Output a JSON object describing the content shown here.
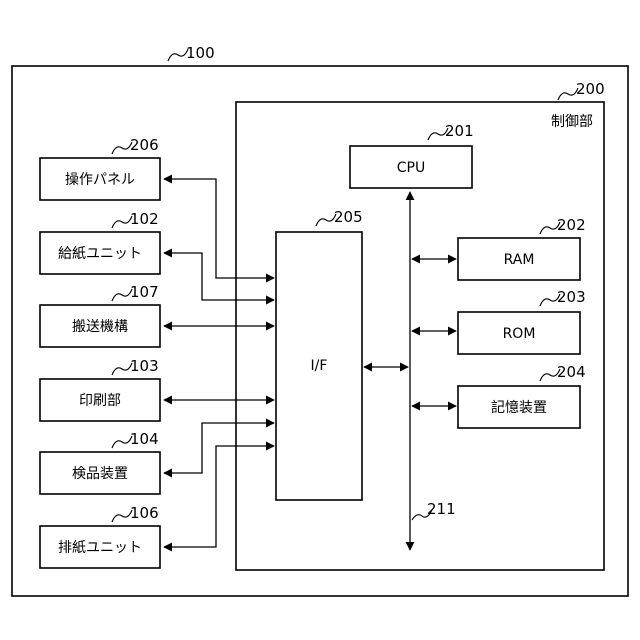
{
  "diagram": {
    "system_ref": "100",
    "controller": {
      "ref": "200",
      "label": "制御部"
    },
    "cpu": {
      "ref": "201",
      "label": "CPU"
    },
    "interface": {
      "ref": "205",
      "label": "I/F"
    },
    "bus_ref": "211",
    "internal_blocks": [
      {
        "ref": "202",
        "label": "RAM"
      },
      {
        "ref": "203",
        "label": "ROM"
      },
      {
        "ref": "204",
        "label": "記憶装置"
      }
    ],
    "external_blocks": [
      {
        "ref": "206",
        "label": "操作パネル"
      },
      {
        "ref": "102",
        "label": "給紙ユニット"
      },
      {
        "ref": "107",
        "label": "搬送機構"
      },
      {
        "ref": "103",
        "label": "印刷部"
      },
      {
        "ref": "104",
        "label": "検品装置"
      },
      {
        "ref": "106",
        "label": "排紙ユニット"
      }
    ]
  }
}
